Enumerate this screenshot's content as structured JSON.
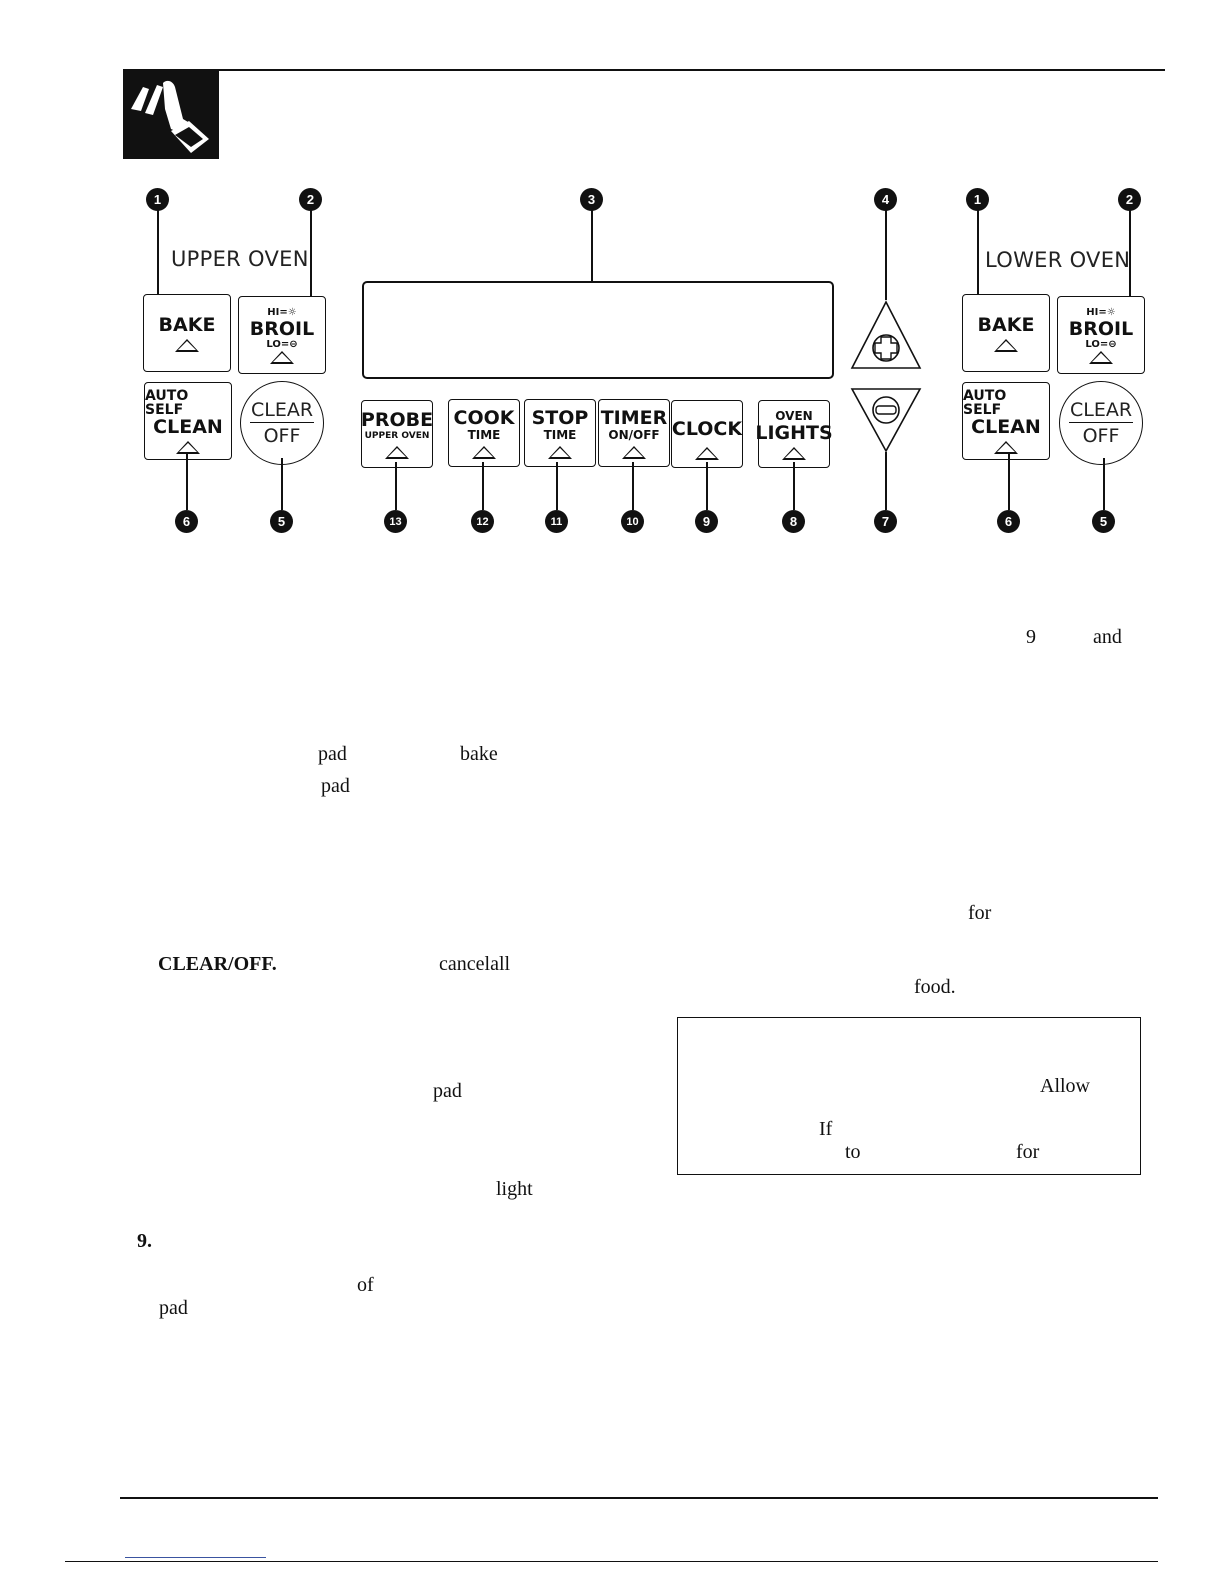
{
  "header": {
    "icon": "hand-pressing-pad-icon"
  },
  "panel": {
    "upper_label": "UPPER OVEN",
    "lower_label": "LOWER OVEN",
    "callouts": {
      "c1": "1",
      "c2": "2",
      "c3": "3",
      "c4": "4",
      "c5": "5",
      "c6": "6",
      "c7": "7",
      "c8": "8",
      "c9": "9",
      "c10": "10",
      "c11": "11",
      "c12": "12",
      "c13": "13"
    },
    "bake": "BAKE",
    "broil": {
      "hi": "HI=",
      "main": "BROIL",
      "lo": "LO="
    },
    "auto_self_clean": {
      "line1": "AUTO SELF",
      "line2": "CLEAN"
    },
    "clear_off": {
      "top": "CLEAR",
      "bottom": "OFF"
    },
    "probe": {
      "main": "PROBE",
      "sub": "UPPER OVEN"
    },
    "cook_time": {
      "main": "COOK",
      "sub": "TIME"
    },
    "stop_time": {
      "main": "STOP",
      "sub": "TIME"
    },
    "timer": {
      "main": "TIMER",
      "sub": "ON/OFF"
    },
    "clock": "CLOCK",
    "oven_lights": {
      "top": "OVEN",
      "main": "LIGHTS"
    }
  },
  "text_fragments": {
    "f_9": "9",
    "f_and": "and",
    "f_pad1": "pad",
    "f_bake": "bake",
    "f_pad2": "pad",
    "f_for1": "for",
    "f_clearoff": "CLEAR/OFF.",
    "f_cancelall": "cancelall",
    "f_food": "food.",
    "f_pad3": "pad",
    "f_allow": "Allow",
    "f_if": "If",
    "f_to": "to",
    "f_for2": "for",
    "f_light": "light",
    "f_9bold": "9.",
    "f_of": "of",
    "f_pad4": "pad"
  }
}
